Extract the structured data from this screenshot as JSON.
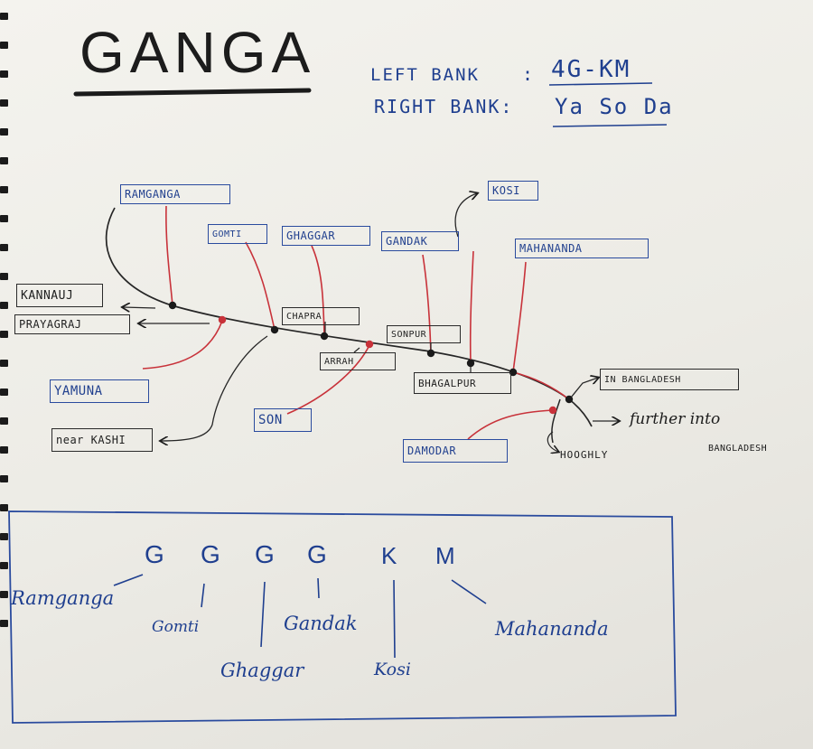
{
  "header": {
    "title": "GANGA",
    "left_bank_label": "LEFT BANK",
    "left_bank_sep": ":",
    "left_bank_value": "4G-KM",
    "right_bank_label": "RIGHT BANK:",
    "right_bank_value": "Ya So Da"
  },
  "diagram": {
    "left_tributaries": [
      "RAMGANGA",
      "GOMTI",
      "GHAGGAR",
      "GANDAK",
      "KOSI",
      "MAHANANDA"
    ],
    "right_tributaries": [
      "YAMUNA",
      "SON",
      "DAMODAR"
    ],
    "cities": [
      "KANNAUJ",
      "PRAYAGRAJ",
      "near KASHI",
      "CHAPRA",
      "ARRAH",
      "SONPUR",
      "BHAGALPUR",
      "IN BANGLADESH"
    ],
    "branches": [
      "HOOGHLY",
      "further into",
      "BANGLADESH"
    ]
  },
  "mnemonic": {
    "letters": [
      "G",
      "G",
      "G",
      "G",
      "K",
      "M"
    ],
    "names": [
      "Ramganga",
      "Gomti",
      "Ghaggar",
      "Gandak",
      "Kosi",
      "Mahananda"
    ]
  },
  "colors": {
    "ink_blue": "#1f3f8f",
    "ink_black": "#1c1c1c",
    "ink_red": "#c8323a",
    "paper": "#f1f0eb"
  }
}
